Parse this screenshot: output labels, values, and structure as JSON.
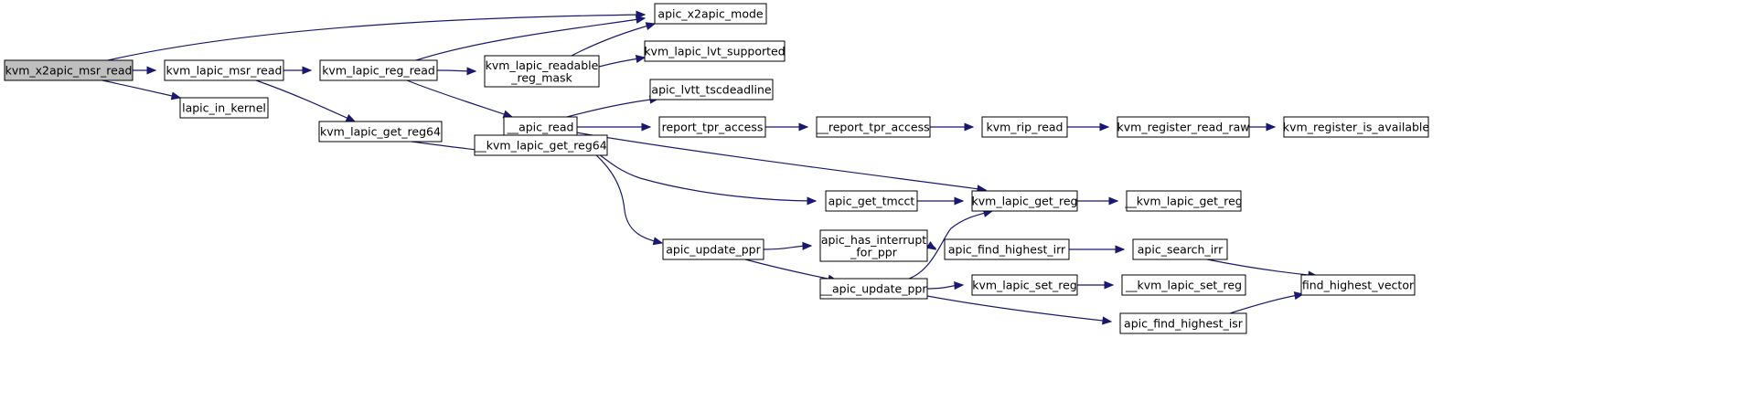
{
  "graph": {
    "root": "kvm_x2apic_msr_read",
    "nodes": [
      {
        "id": "kvm_x2apic_msr_read",
        "lines": [
          "kvm_x2apic_msr_read"
        ]
      },
      {
        "id": "apic_x2apic_mode",
        "lines": [
          "apic_x2apic_mode"
        ]
      },
      {
        "id": "kvm_lapic_msr_read",
        "lines": [
          "kvm_lapic_msr_read"
        ]
      },
      {
        "id": "lapic_in_kernel",
        "lines": [
          "lapic_in_kernel"
        ]
      },
      {
        "id": "kvm_lapic_reg_read",
        "lines": [
          "kvm_lapic_reg_read"
        ]
      },
      {
        "id": "kvm_lapic_get_reg64",
        "lines": [
          "kvm_lapic_get_reg64"
        ]
      },
      {
        "id": "kvm_lapic_readable_reg_mask",
        "lines": [
          "kvm_lapic_readable",
          "_reg_mask"
        ]
      },
      {
        "id": "apic_read",
        "lines": [
          "__apic_read"
        ]
      },
      {
        "id": "kvm_lapic_get_reg64_raw",
        "lines": [
          "__kvm_lapic_get_reg64"
        ]
      },
      {
        "id": "kvm_lapic_lvt_supported",
        "lines": [
          "kvm_lapic_lvt_supported"
        ]
      },
      {
        "id": "apic_lvtt_tscdeadline",
        "lines": [
          "apic_lvtt_tscdeadline"
        ]
      },
      {
        "id": "report_tpr_access",
        "lines": [
          "report_tpr_access"
        ]
      },
      {
        "id": "report_tpr_access_raw",
        "lines": [
          "__report_tpr_access"
        ]
      },
      {
        "id": "kvm_rip_read",
        "lines": [
          "kvm_rip_read"
        ]
      },
      {
        "id": "kvm_register_read_raw",
        "lines": [
          "kvm_register_read_raw"
        ]
      },
      {
        "id": "kvm_register_is_available",
        "lines": [
          "kvm_register_is_available"
        ]
      },
      {
        "id": "kvm_lapic_get_reg",
        "lines": [
          "kvm_lapic_get_reg"
        ]
      },
      {
        "id": "kvm_lapic_get_reg_raw",
        "lines": [
          "__kvm_lapic_get_reg"
        ]
      },
      {
        "id": "apic_get_tmcct",
        "lines": [
          "apic_get_tmcct"
        ]
      },
      {
        "id": "apic_update_ppr",
        "lines": [
          "apic_update_ppr"
        ]
      },
      {
        "id": "apic_has_interrupt_for_ppr",
        "lines": [
          "apic_has_interrupt",
          "_for_ppr"
        ]
      },
      {
        "id": "apic_find_highest_irr",
        "lines": [
          "apic_find_highest_irr"
        ]
      },
      {
        "id": "apic_search_irr",
        "lines": [
          "apic_search_irr"
        ]
      },
      {
        "id": "find_highest_vector",
        "lines": [
          "find_highest_vector"
        ]
      },
      {
        "id": "apic_update_ppr_raw",
        "lines": [
          "__apic_update_ppr"
        ]
      },
      {
        "id": "kvm_lapic_set_reg",
        "lines": [
          "kvm_lapic_set_reg"
        ]
      },
      {
        "id": "kvm_lapic_set_reg_raw",
        "lines": [
          "__kvm_lapic_set_reg"
        ]
      },
      {
        "id": "apic_find_highest_isr",
        "lines": [
          "apic_find_highest_isr"
        ]
      }
    ],
    "edges": [
      [
        "kvm_x2apic_msr_read",
        "apic_x2apic_mode"
      ],
      [
        "kvm_x2apic_msr_read",
        "kvm_lapic_msr_read"
      ],
      [
        "kvm_x2apic_msr_read",
        "lapic_in_kernel"
      ],
      [
        "kvm_lapic_msr_read",
        "kvm_lapic_reg_read"
      ],
      [
        "kvm_lapic_msr_read",
        "kvm_lapic_get_reg64"
      ],
      [
        "kvm_lapic_reg_read",
        "apic_x2apic_mode"
      ],
      [
        "kvm_lapic_reg_read",
        "kvm_lapic_readable_reg_mask"
      ],
      [
        "kvm_lapic_reg_read",
        "apic_read"
      ],
      [
        "kvm_lapic_readable_reg_mask",
        "apic_x2apic_mode"
      ],
      [
        "kvm_lapic_readable_reg_mask",
        "kvm_lapic_lvt_supported"
      ],
      [
        "kvm_lapic_get_reg64",
        "kvm_lapic_get_reg64_raw"
      ],
      [
        "apic_read",
        "apic_lvtt_tscdeadline"
      ],
      [
        "apic_read",
        "report_tpr_access"
      ],
      [
        "apic_read",
        "kvm_lapic_get_reg"
      ],
      [
        "apic_read",
        "apic_get_tmcct"
      ],
      [
        "apic_read",
        "apic_update_ppr"
      ],
      [
        "report_tpr_access",
        "report_tpr_access_raw"
      ],
      [
        "report_tpr_access_raw",
        "kvm_rip_read"
      ],
      [
        "kvm_rip_read",
        "kvm_register_read_raw"
      ],
      [
        "kvm_register_read_raw",
        "kvm_register_is_available"
      ],
      [
        "apic_get_tmcct",
        "kvm_lapic_get_reg"
      ],
      [
        "kvm_lapic_get_reg",
        "kvm_lapic_get_reg_raw"
      ],
      [
        "apic_update_ppr",
        "apic_has_interrupt_for_ppr"
      ],
      [
        "apic_update_ppr",
        "apic_update_ppr_raw"
      ],
      [
        "apic_has_interrupt_for_ppr",
        "apic_find_highest_irr"
      ],
      [
        "apic_find_highest_irr",
        "apic_search_irr"
      ],
      [
        "apic_search_irr",
        "find_highest_vector"
      ],
      [
        "apic_update_ppr_raw",
        "kvm_lapic_get_reg"
      ],
      [
        "apic_update_ppr_raw",
        "kvm_lapic_set_reg"
      ],
      [
        "apic_update_ppr_raw",
        "apic_find_highest_isr"
      ],
      [
        "kvm_lapic_set_reg",
        "kvm_lapic_set_reg_raw"
      ],
      [
        "apic_find_highest_isr",
        "find_highest_vector"
      ]
    ]
  }
}
